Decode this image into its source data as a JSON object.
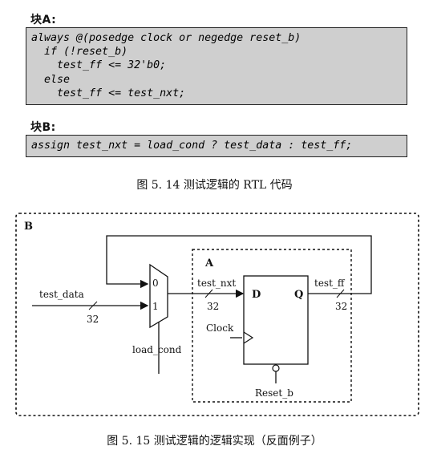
{
  "block_a": {
    "label": "块A:",
    "lines": [
      "always @(posedge clock or negedge reset_b)",
      "  if (!reset_b)",
      "    test_ff <= 32'b0;",
      "  else",
      "    test_ff <= test_nxt;"
    ]
  },
  "block_b": {
    "label": "块B:",
    "line": "assign test_nxt = load_cond ? test_data : test_ff;"
  },
  "figure_514_caption": "图 5. 14   测试逻辑的 RTL 代码",
  "diagram": {
    "outer_label": "B",
    "inner_label": "A",
    "mux_in0": "0",
    "mux_in1": "1",
    "test_data": "test_data",
    "bus_width_in": "32",
    "load_cond": "load_cond",
    "test_nxt": "test_nxt",
    "bus_width_nxt": "32",
    "d_pin": "D",
    "q_pin": "Q",
    "test_ff": "test_ff",
    "bus_width_ff": "32",
    "clock": "Clock",
    "reset_b": "Reset_b"
  },
  "figure_515_caption": "图 5. 15   测试逻辑的逻辑实现（反面例子）"
}
